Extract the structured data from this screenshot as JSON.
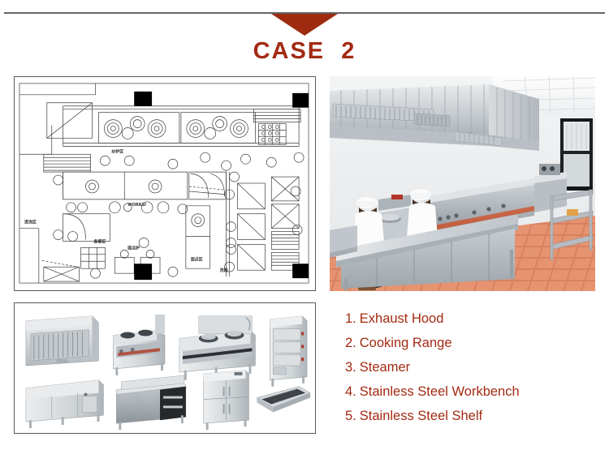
{
  "header": {
    "title": "CASE  2",
    "arrow_icon": "triangle-down-icon",
    "accent_color": "#a32a12",
    "rule_color": "#666666"
  },
  "blueprint": {
    "caption": "kitchen-floor-plan-blueprint",
    "labels": [
      "炒炉区",
      "WORKSI",
      "备餐间区",
      "清洗区",
      "国点炉",
      "面点区",
      "洗碗区"
    ]
  },
  "photo": {
    "caption": "commercial-kitchen-installation-photo",
    "elements": [
      "exhaust hood",
      "chef",
      "chef",
      "cooking range",
      "stainless steel workbench",
      "stainless steel shelf",
      "terracotta tile floor",
      "window"
    ]
  },
  "gallery": {
    "caption": "equipment-product-thumbnails",
    "items": [
      {
        "name": "exhaust-hood"
      },
      {
        "name": "cooking-range"
      },
      {
        "name": "wok-range"
      },
      {
        "name": "steamer-cabinet"
      },
      {
        "name": "cabinet-workbench"
      },
      {
        "name": "workbench-with-backsplash"
      },
      {
        "name": "four-door-refrigerator"
      },
      {
        "name": "sink-trough"
      }
    ]
  },
  "equipment_list": [
    {
      "num": "1.",
      "label": "Exhaust Hood"
    },
    {
      "num": "2.",
      "label": "Cooking Range"
    },
    {
      "num": "3.",
      "label": "Steamer"
    },
    {
      "num": "4.",
      "label": "Stainless Steel Workbench"
    },
    {
      "num": "5.",
      "label": "Stainless Steel Shelf"
    }
  ]
}
